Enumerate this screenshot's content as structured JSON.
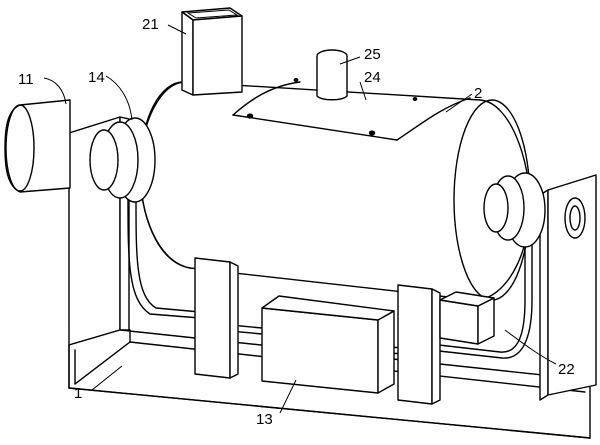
{
  "labels": {
    "hopper": "21",
    "vent_pipe": "25",
    "cover_plate": "24",
    "drum": "2",
    "motor": "11",
    "coupling": "14",
    "pump": "22",
    "base": "1",
    "control_box": "13"
  }
}
